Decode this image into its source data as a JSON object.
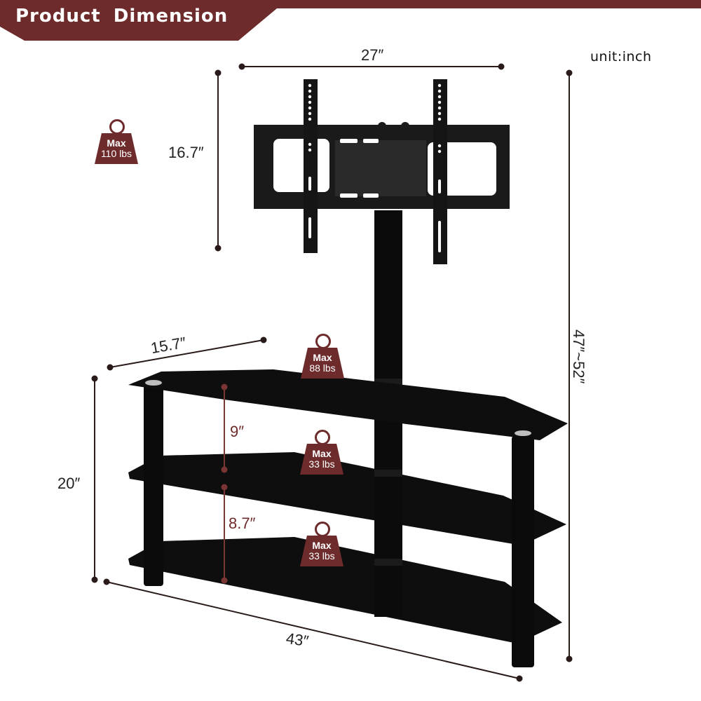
{
  "header": {
    "title": "Product Dimension",
    "banner_color": "#6e2b2b"
  },
  "unit": "unit:inch",
  "dimensions": {
    "mount_width": "27″",
    "mount_height": "16.7″",
    "total_height": "47″~52″",
    "shelf_depth": "15.7″",
    "shelf_gap_top": "9″",
    "shelf_gap_bottom": "8.7″",
    "shelf_unit_height": "20″",
    "total_width": "43″"
  },
  "weights": [
    {
      "id": "mount",
      "max": "Max",
      "value": "110 lbs"
    },
    {
      "id": "top-shelf",
      "max": "Max",
      "value": "88 lbs"
    },
    {
      "id": "middle-shelf",
      "max": "Max",
      "value": "33 lbs"
    },
    {
      "id": "bottom-shelf",
      "max": "Max",
      "value": "33 lbs"
    }
  ],
  "colors": {
    "accent": "#6e2b2b",
    "product": "#111111",
    "dimension_line": "#2a1a1a"
  }
}
